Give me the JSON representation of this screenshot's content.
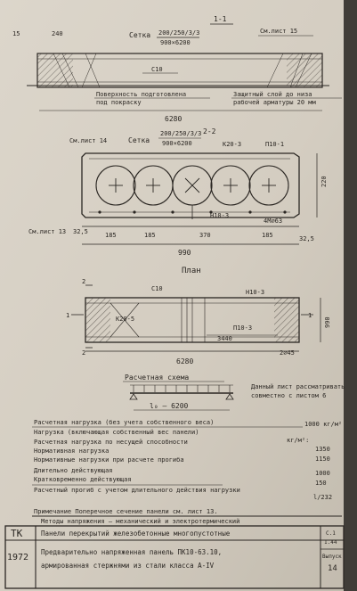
{
  "section11": {
    "title": "1-1",
    "dim_left": "15",
    "dim_240": "240",
    "mesh_label": "Сетка",
    "mesh_spec_top": "200/250/3/3",
    "mesh_spec_bottom": "900×6200",
    "sheet_ref": "См.лист 15",
    "frame_c10": "С10",
    "note_surface_1": "Поверхность подготовлена",
    "note_surface_2": "под покраску",
    "note_cover_1": "Защитный слой до низа",
    "note_cover_2": "рабочей арматуры 20 мм",
    "length": "6280"
  },
  "section22": {
    "title": "2-2",
    "ref_left": "См.лист 14",
    "mesh_label": "Сетка",
    "mesh_spec_top": "200/250/3/3",
    "mesh_spec_bottom": "900×6200",
    "k203": "К20-3",
    "p101": "П10-1",
    "n103": "Н10-3",
    "m4a63": "4М∅63",
    "ref_bottom": "См.лист 13",
    "dim_325a": "32,5",
    "dim_185a": "185",
    "dim_185b": "185",
    "dim_370": "370",
    "dim_185c": "185",
    "dim_325b": "32,5",
    "height": "220",
    "width": "990"
  },
  "plan": {
    "title": "План",
    "c10": "С10",
    "n103": "Н10-3",
    "k205": "К20-5",
    "p103": "П10-3",
    "dim_3440": "3440",
    "mark2_top": "2",
    "mark2_bottom": "2",
    "mark1_left": "1",
    "mark1_right": "1",
    "width": "990",
    "dim_45": "2∅45",
    "length": "6280"
  },
  "scheme": {
    "title": "Расчетная схема",
    "span": "l₀ – 6200",
    "note_1": "Данный лист рассматривать",
    "note_2": "совместно с листом 6"
  },
  "loads": [
    {
      "label": "Расчетная нагрузка (без учета собственного веса)",
      "value": "1000 кг/м²"
    },
    {
      "label": "Нагрузка (включающая собственный вес панели)",
      "value": ""
    },
    {
      "label": "Расчетная нагрузка по несущей способности",
      "value": "кг/м²:"
    },
    {
      "label": "Нормативная нагрузка",
      "value": "1350"
    },
    {
      "label": "Нормативные нагрузки при расчете прогиба",
      "value": "1150"
    },
    {
      "label": "Длительно действующая",
      "value": "1000"
    },
    {
      "label": "Кратковременно действующая",
      "value": "150"
    },
    {
      "label": "Расчетный прогиб с учетом длительного действия нагрузки",
      "value": "l/232"
    }
  ],
  "note": "Примечание  Поперечное сечение панели см. лист 13.",
  "methods": "Методы напряжения – механический и электротермический",
  "title_block": {
    "code": "ТК",
    "year": "1972",
    "series": "Панели перекрытий железобетонные многопустотные",
    "desc_1": "Предварительно напряженная панель ПК10-63.10,",
    "desc_2": "армированная стержнями из стали класса А-IV",
    "sheet_top": "С.1",
    "sheet_top2": "1.44",
    "sheet_bottom": "Выпуск",
    "sheet_bottom2": "14"
  }
}
